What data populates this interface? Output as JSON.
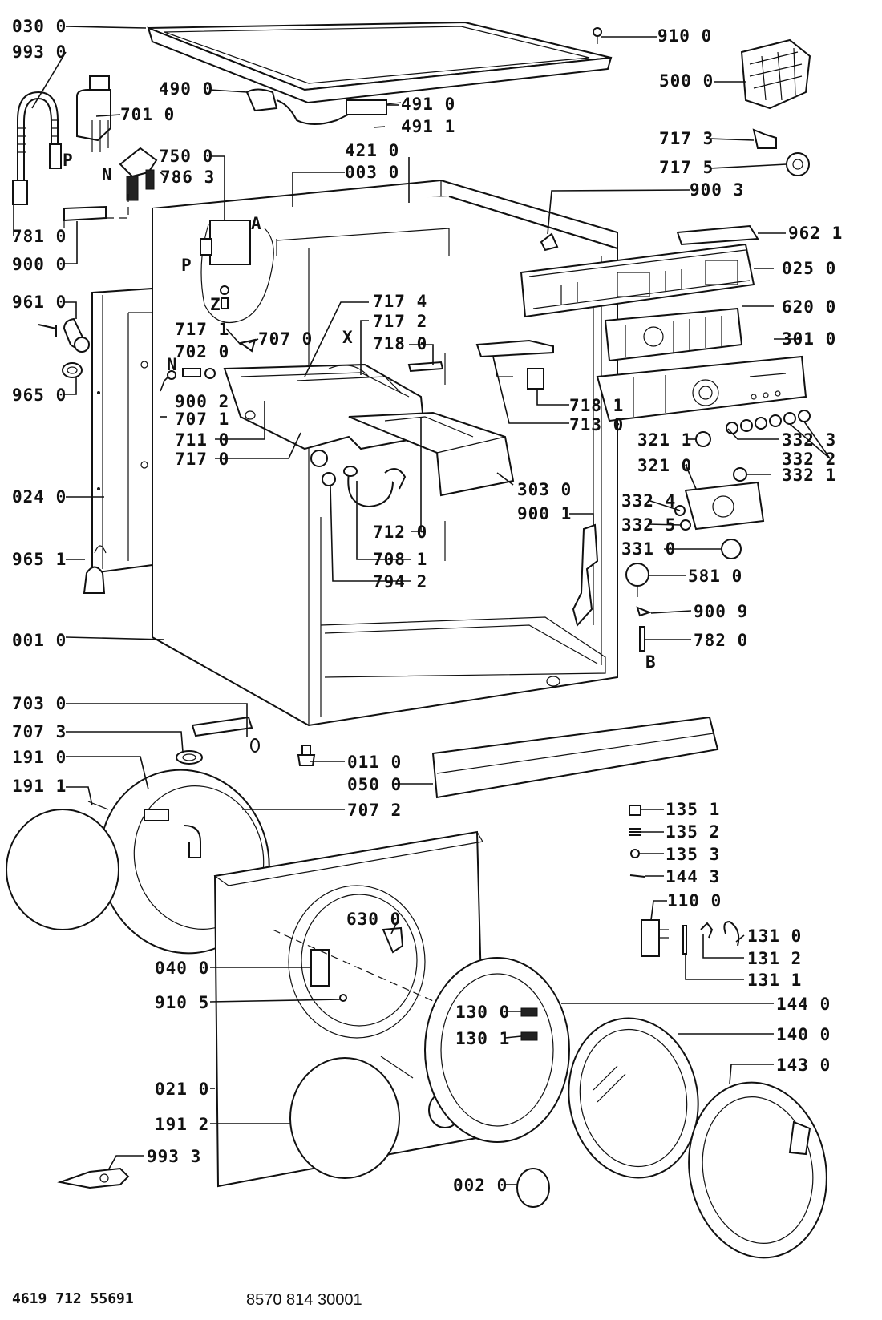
{
  "callouts": [
    {
      "id": "030-0",
      "text": "030 0"
    },
    {
      "id": "993-0",
      "text": "993 0"
    },
    {
      "id": "701-0",
      "text": "701 0"
    },
    {
      "id": "490-0",
      "text": "490 0"
    },
    {
      "id": "491-0",
      "text": "491 0"
    },
    {
      "id": "491-1",
      "text": "491 1"
    },
    {
      "id": "910-0",
      "text": "910 0"
    },
    {
      "id": "500-0",
      "text": "500 0"
    },
    {
      "id": "750-0",
      "text": "750 0"
    },
    {
      "id": "786-3",
      "text": "786 3"
    },
    {
      "id": "421-0",
      "text": "421 0"
    },
    {
      "id": "003-0",
      "text": "003 0"
    },
    {
      "id": "717-3",
      "text": "717 3"
    },
    {
      "id": "717-5",
      "text": "717 5"
    },
    {
      "id": "900-3",
      "text": "900 3"
    },
    {
      "id": "962-1",
      "text": "962 1"
    },
    {
      "id": "781-0",
      "text": "781 0"
    },
    {
      "id": "900-0",
      "text": "900 0"
    },
    {
      "id": "025-0",
      "text": "025 0"
    },
    {
      "id": "961-0",
      "text": "961 0"
    },
    {
      "id": "717-4",
      "text": "717 4"
    },
    {
      "id": "717-2",
      "text": "717 2"
    },
    {
      "id": "620-0",
      "text": "620 0"
    },
    {
      "id": "717-1",
      "text": "717 1"
    },
    {
      "id": "707-0",
      "text": "707 0"
    },
    {
      "id": "718-0",
      "text": "718 0"
    },
    {
      "id": "301-0",
      "text": "301 0"
    },
    {
      "id": "702-0",
      "text": "702 0"
    },
    {
      "id": "965-0",
      "text": "965 0"
    },
    {
      "id": "900-2",
      "text": "900 2"
    },
    {
      "id": "718-1",
      "text": "718 1"
    },
    {
      "id": "707-1",
      "text": "707 1"
    },
    {
      "id": "713-0",
      "text": "713 0"
    },
    {
      "id": "711-0",
      "text": "711 0"
    },
    {
      "id": "321-1",
      "text": "321 1"
    },
    {
      "id": "332-3",
      "text": "332 3"
    },
    {
      "id": "717-0",
      "text": "717 0"
    },
    {
      "id": "332-2",
      "text": "332 2"
    },
    {
      "id": "321-0",
      "text": "321 0"
    },
    {
      "id": "332-1",
      "text": "332 1"
    },
    {
      "id": "303-0",
      "text": "303 0"
    },
    {
      "id": "024-0",
      "text": "024 0"
    },
    {
      "id": "332-4",
      "text": "332 4"
    },
    {
      "id": "900-1",
      "text": "900 1"
    },
    {
      "id": "332-5",
      "text": "332 5"
    },
    {
      "id": "712-0",
      "text": "712 0"
    },
    {
      "id": "965-1",
      "text": "965 1"
    },
    {
      "id": "331-0",
      "text": "331 0"
    },
    {
      "id": "708-1",
      "text": "708 1"
    },
    {
      "id": "581-0",
      "text": "581 0"
    },
    {
      "id": "794-2",
      "text": "794 2"
    },
    {
      "id": "900-9",
      "text": "900 9"
    },
    {
      "id": "001-0",
      "text": "001 0"
    },
    {
      "id": "782-0",
      "text": "782 0"
    },
    {
      "id": "703-0",
      "text": "703 0"
    },
    {
      "id": "707-3",
      "text": "707 3"
    },
    {
      "id": "191-0",
      "text": "191 0"
    },
    {
      "id": "011-0",
      "text": "011 0"
    },
    {
      "id": "050-0",
      "text": "050 0"
    },
    {
      "id": "191-1",
      "text": "191 1"
    },
    {
      "id": "707-2",
      "text": "707 2"
    },
    {
      "id": "135-1",
      "text": "135 1"
    },
    {
      "id": "135-2",
      "text": "135 2"
    },
    {
      "id": "135-3",
      "text": "135 3"
    },
    {
      "id": "144-3",
      "text": "144 3"
    },
    {
      "id": "110-0",
      "text": "110 0"
    },
    {
      "id": "630-0",
      "text": "630 0"
    },
    {
      "id": "131-0",
      "text": "131 0"
    },
    {
      "id": "040-0",
      "text": "040 0"
    },
    {
      "id": "131-2",
      "text": "131 2"
    },
    {
      "id": "131-1",
      "text": "131 1"
    },
    {
      "id": "910-5",
      "text": "910 5"
    },
    {
      "id": "130-0",
      "text": "130 0"
    },
    {
      "id": "144-0",
      "text": "144 0"
    },
    {
      "id": "130-1",
      "text": "130 1"
    },
    {
      "id": "140-0",
      "text": "140 0"
    },
    {
      "id": "143-0",
      "text": "143 0"
    },
    {
      "id": "021-0",
      "text": "021 0"
    },
    {
      "id": "191-2",
      "text": "191 2"
    },
    {
      "id": "993-3",
      "text": "993 3"
    },
    {
      "id": "002-0",
      "text": "002 0"
    }
  ],
  "markers": [
    {
      "id": "P-hose",
      "text": "P"
    },
    {
      "id": "N-valve",
      "text": "N"
    },
    {
      "id": "A",
      "text": "A"
    },
    {
      "id": "P-box",
      "text": "P"
    },
    {
      "id": "Z",
      "text": "Z"
    },
    {
      "id": "X",
      "text": "X"
    },
    {
      "id": "N-left",
      "text": "N"
    },
    {
      "id": "B",
      "text": "B"
    }
  ],
  "footer": {
    "left_code": "4619 712 55691",
    "center_code": "8570 814 30001"
  }
}
